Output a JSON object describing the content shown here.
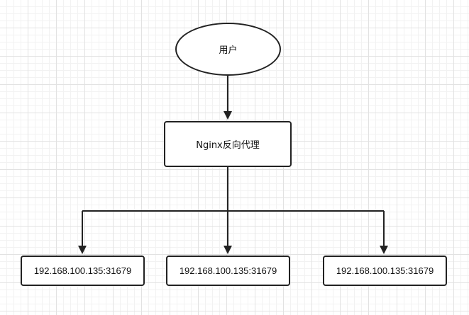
{
  "diagram": {
    "user_label": "用户",
    "proxy_label": "Nginx反向代理",
    "servers": [
      "192.168.100.135:31679",
      "192.168.100.135:31679",
      "192.168.100.135:31679"
    ]
  },
  "colors": {
    "stroke": "#222222",
    "node_fill": "#ffffff",
    "grid_major": "#e2e2e2",
    "grid_minor": "#f2f2f2"
  }
}
